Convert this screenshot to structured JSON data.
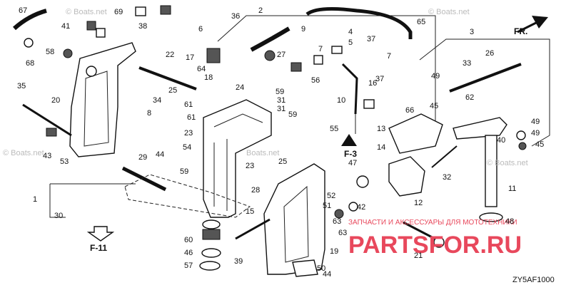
{
  "diagram_code": "ZY5AF1000",
  "direction_label": "FR.",
  "ref_labels": [
    "F-3",
    "F-11"
  ],
  "watermarks": [
    "© Boats.net",
    "© Boats.net",
    "© Boats.net",
    "© Boats.net",
    "Boats.net"
  ],
  "brand_logo_text": "PARTSFOR.RU",
  "brand_tagline": "ЗАПЧАСТИ И АКСЕССУАРЫ ДЛЯ МОТОТЕХНИКИ",
  "part_numbers": [
    "1",
    "2",
    "3",
    "4",
    "5",
    "6",
    "7",
    "8",
    "9",
    "10",
    "11",
    "12",
    "13",
    "14",
    "15",
    "16",
    "17",
    "18",
    "19",
    "20",
    "21",
    "22",
    "23",
    "24",
    "25",
    "26",
    "27",
    "28",
    "29",
    "30",
    "31",
    "32",
    "33",
    "34",
    "35",
    "36",
    "37",
    "38",
    "39",
    "40",
    "41",
    "42",
    "43",
    "44",
    "45",
    "46",
    "47",
    "48",
    "49",
    "50",
    "51",
    "52",
    "53",
    "54",
    "55",
    "56",
    "57",
    "58",
    "59",
    "60",
    "61",
    "62",
    "63",
    "64",
    "65",
    "66",
    "67",
    "68",
    "69"
  ]
}
